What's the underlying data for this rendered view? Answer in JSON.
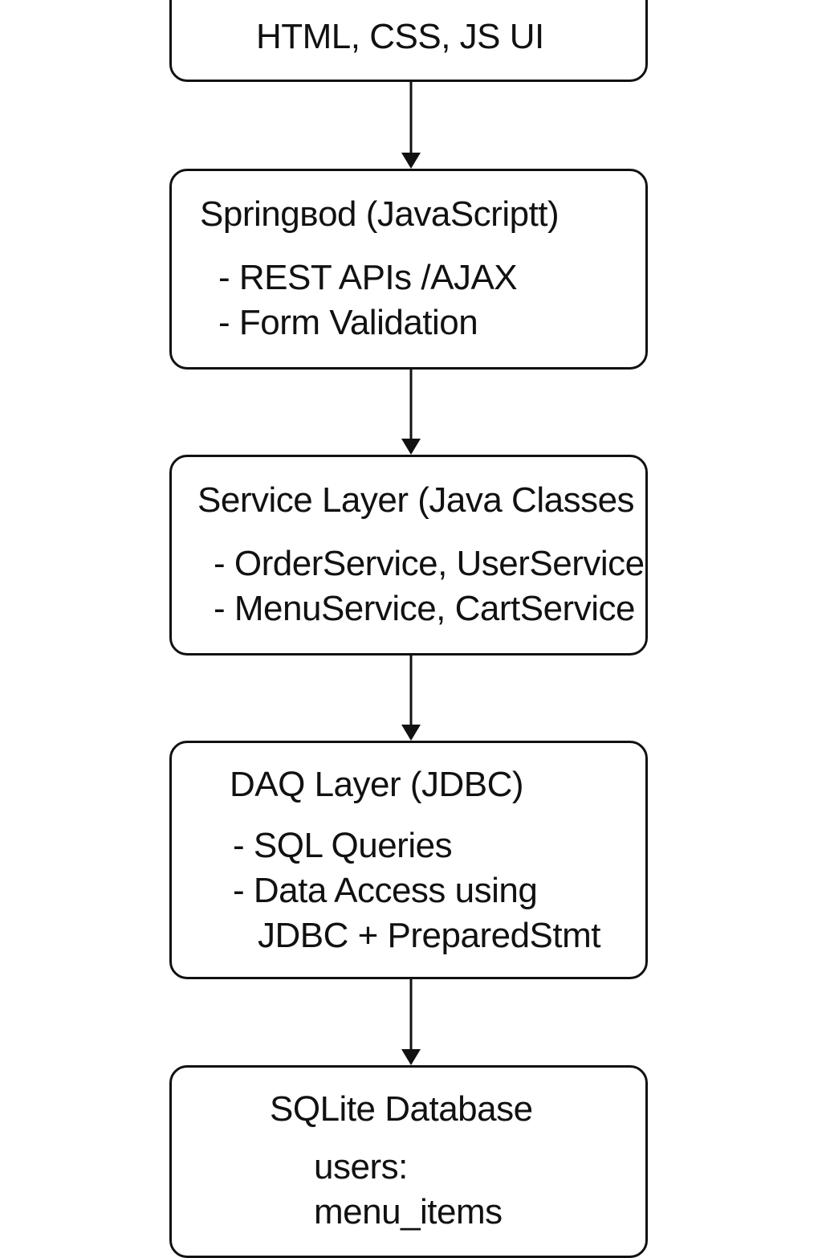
{
  "diagram": {
    "line_color": "#111111",
    "background": "#ffffff",
    "boxes": [
      {
        "id": "ui",
        "title": "HTML, CSS, JS UI",
        "lines": []
      },
      {
        "id": "springboot",
        "title": "Springвod (JavaScriptt)",
        "lines": [
          "- REST APIs /AJAX",
          "- Form Validation"
        ]
      },
      {
        "id": "service",
        "title": "Service Layer (Java Classes",
        "lines": [
          "- OrderService, UserService",
          "- MenuService, CartService"
        ]
      },
      {
        "id": "dao",
        "title": "DAQ Layer (JDBC)",
        "lines": [
          "- SQL Queries",
          "- Data Access using",
          "JDBC + PreparedStmt"
        ]
      },
      {
        "id": "database",
        "title": "SQLite Database",
        "lines": [
          "users:",
          "menu_items"
        ]
      }
    ]
  }
}
